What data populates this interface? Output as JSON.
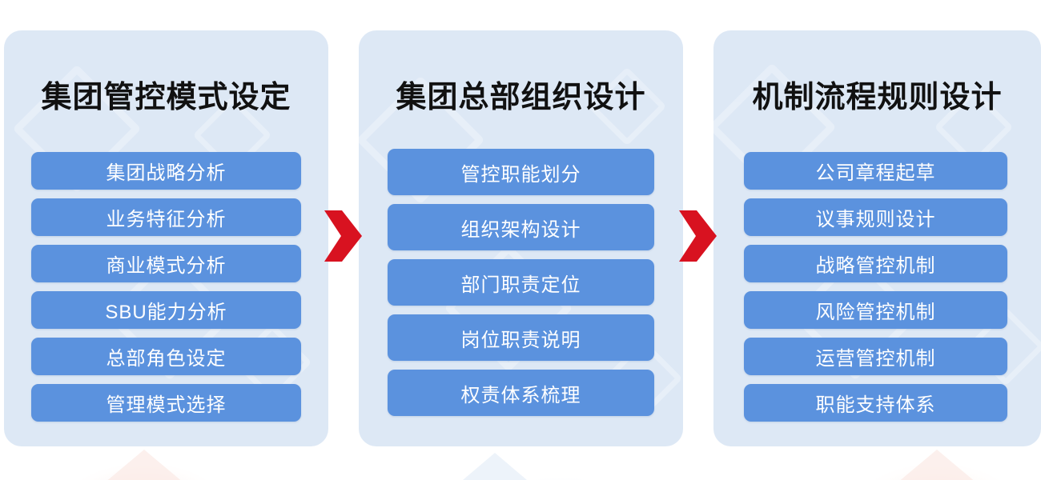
{
  "diagram": {
    "title_internal": "group-control-three-stage-flow",
    "colors": {
      "panel_bg": "#dde8f5",
      "item_bg": "#5b92de",
      "item_text": "#ffffff",
      "title_text": "#111111",
      "arrow": "#d81220",
      "page_bg": "#ffffff"
    },
    "columns": [
      {
        "title": "集团管控模式设定",
        "items": [
          "集团战略分析",
          "业务特征分析",
          "商业模式分析",
          "SBU能力分析",
          "总部角色设定",
          "管理模式选择"
        ]
      },
      {
        "title": "集团总部组织设计",
        "items": [
          "管控职能划分",
          "组织架构设计",
          "部门职责定位",
          "岗位职责说明",
          "权责体系梳理"
        ]
      },
      {
        "title": "机制流程规则设计",
        "items": [
          "公司章程起草",
          "议事规则设计",
          "战略管控机制",
          "风险管控机制",
          "运营管控机制",
          "职能支持体系"
        ]
      }
    ],
    "connectors": [
      {
        "name": "arrow-stage-1-to-2",
        "glyph": "chevron-right"
      },
      {
        "name": "arrow-stage-2-to-3",
        "glyph": "chevron-right"
      }
    ]
  }
}
